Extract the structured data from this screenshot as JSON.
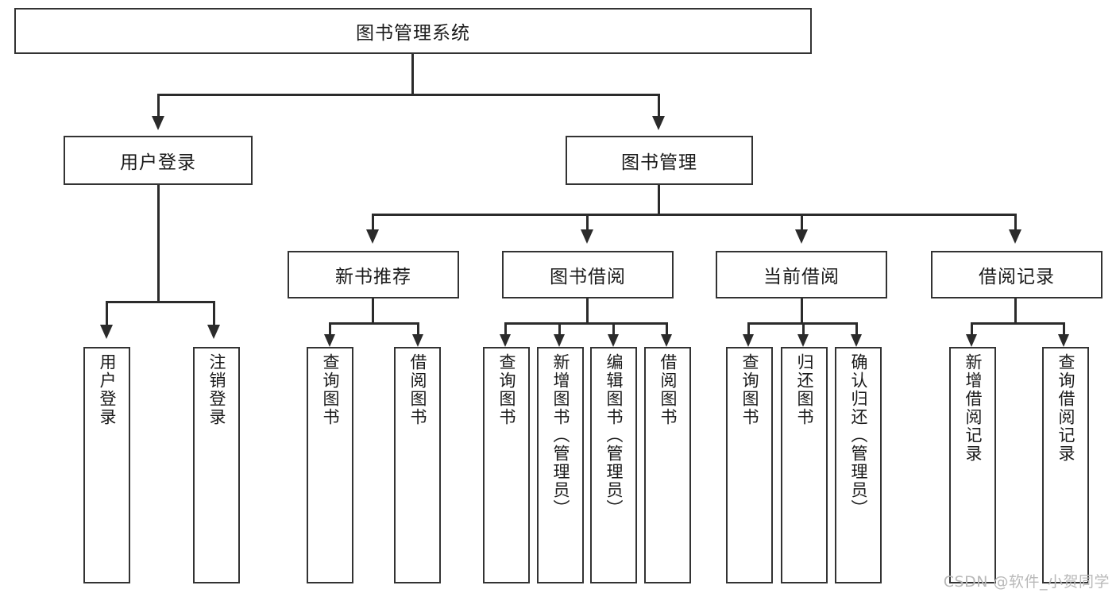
{
  "diagram": {
    "title": "图书管理系统",
    "watermark": "CSDN @软件_小贺同学",
    "type": "tree-hierarchy",
    "root": {
      "label": "图书管理系统"
    },
    "level2": [
      {
        "label": "用户登录"
      },
      {
        "label": "图书管理"
      }
    ],
    "level3": [
      {
        "label": "新书推荐"
      },
      {
        "label": "图书借阅"
      },
      {
        "label": "当前借阅"
      },
      {
        "label": "借阅记录"
      }
    ],
    "leaves": {
      "user_login": [
        {
          "label": "用户登录"
        },
        {
          "label": "注销登录"
        }
      ],
      "new_book_recommend": [
        {
          "label": "查询图书"
        },
        {
          "label": "借阅图书"
        }
      ],
      "book_borrow": [
        {
          "label": "查询图书"
        },
        {
          "label": "新增图书（管理员）"
        },
        {
          "label": "编辑图书（管理员）"
        },
        {
          "label": "借阅图书"
        }
      ],
      "current_borrow": [
        {
          "label": "查询图书"
        },
        {
          "label": "归还图书"
        },
        {
          "label": "确认归还（管理员）"
        }
      ],
      "borrow_record": [
        {
          "label": "新增借阅记录"
        },
        {
          "label": "查询借阅记录"
        }
      ]
    }
  },
  "colors": {
    "box_border": "#333333",
    "box_fill": "#ffffff",
    "connector": "#2b2b2b",
    "text": "#1a1a1a",
    "watermark": "#b9b9b9"
  }
}
